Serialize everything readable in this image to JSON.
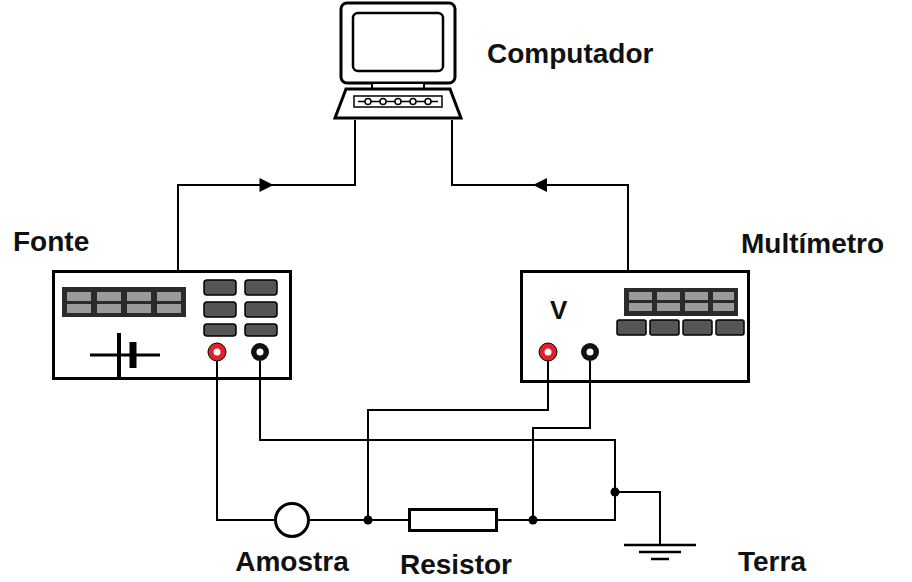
{
  "diagram": {
    "nodes": [
      {
        "text": [
          "Computador"
        ]
      },
      {
        "text": [
          "Fonte"
        ]
      },
      {
        "text": [
          "Multímetro",
          "V"
        ]
      },
      {
        "text": [
          "Amostra"
        ]
      },
      {
        "text": [
          "Resistor"
        ]
      }
    ],
    "edges": [
      {
        "from": 1,
        "to": 0,
        "arrow": "to"
      },
      {
        "from": 2,
        "to": 0,
        "arrow": "to"
      },
      {
        "from": 1,
        "to": 3,
        "arrow": "none"
      },
      {
        "from": 3,
        "to": 4,
        "arrow": "none"
      }
    ],
    "labels": [
      "Terra"
    ]
  }
}
